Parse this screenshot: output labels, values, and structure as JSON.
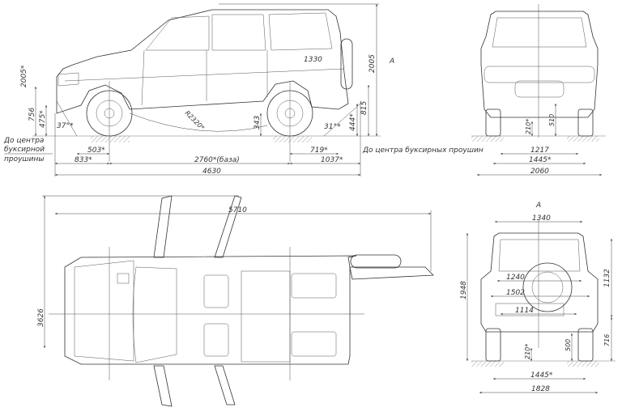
{
  "side_view": {
    "height_loaded": "2005*",
    "height": "2005",
    "front_bumper_height": "756",
    "front_tow_height": "475*",
    "approach_angle": "37°*",
    "ramp_radius": "R2320*",
    "ground_clearance": "343",
    "cargo_length": "1330",
    "rear_height": "815",
    "rear_tow_height": "444*",
    "departure_angle": "31°*",
    "front_tow_offset": "503*",
    "rear_tow_offset": "719*",
    "front_overhang": "833*",
    "wheelbase": "2760*(база)",
    "rear_overhang": "1037*",
    "overall_length": "4630",
    "front_note": [
      "До центра",
      "буксирной",
      "проушины"
    ],
    "rear_note": "До центра буксирных проушин",
    "view_marker": "A"
  },
  "front_view": {
    "axle_clearance": "210*",
    "frame_height": "510",
    "inner_track": "1217",
    "track": "1445*",
    "overall_width": "2060"
  },
  "rear_view": {
    "view_marker": "A",
    "roof_width": "1340",
    "overall_height": "1948",
    "door_height": "1132",
    "door_width": "1240",
    "body_width": "1502",
    "opening_width": "1114",
    "bumper_height": "500",
    "axle_clearance": "210*",
    "floor_height": "716",
    "track": "1445*",
    "overall_width": "1828"
  },
  "top_view": {
    "length_doors_open": "5710",
    "width_doors_open": "3626"
  }
}
